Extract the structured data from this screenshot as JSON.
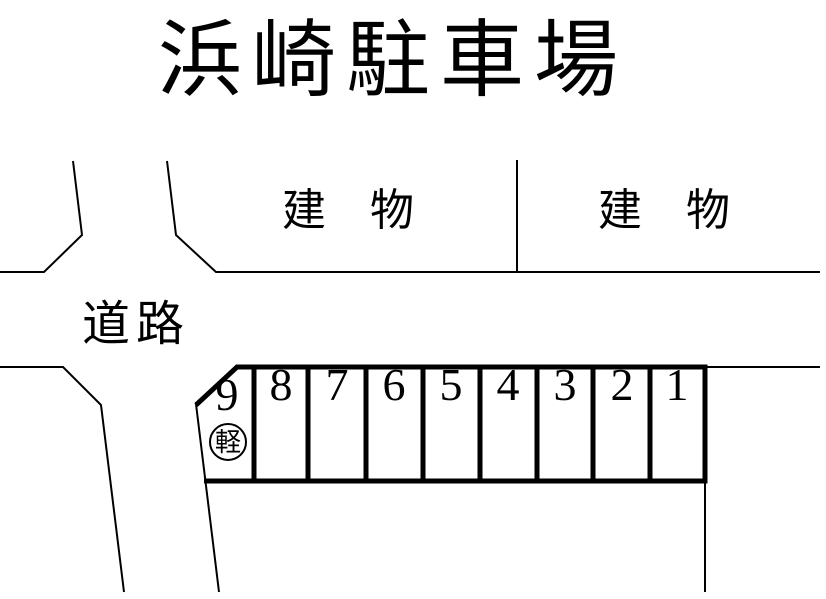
{
  "title": "浜崎駐車場",
  "areas": {
    "building_left": "建　物",
    "building_right": "建　物",
    "road": "道路"
  },
  "parking": {
    "spaces": [
      {
        "number": "9",
        "mark": "軽"
      },
      {
        "number": "8"
      },
      {
        "number": "7"
      },
      {
        "number": "6"
      },
      {
        "number": "5"
      },
      {
        "number": "4"
      },
      {
        "number": "3"
      },
      {
        "number": "2"
      },
      {
        "number": "1"
      }
    ]
  },
  "colors": {
    "background": "#ffffff",
    "line": "#000000",
    "text": "#000000"
  }
}
